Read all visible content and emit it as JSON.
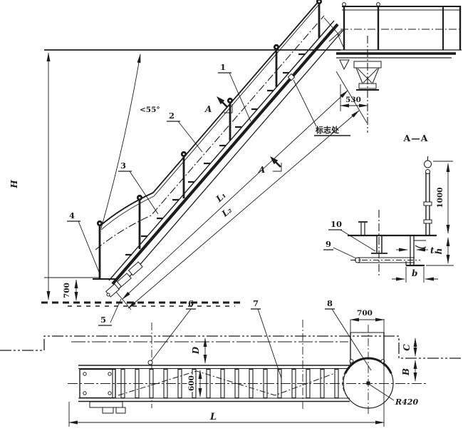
{
  "drawing": {
    "colors": {
      "ink": "#1c1c1c",
      "paper": "#ffffff"
    },
    "elevation": {
      "angle_label": "<55°",
      "height_dim": "H",
      "bottom_clearance_dim": "700",
      "pivot_offset_dim": "530",
      "marking_label": "标志处",
      "ladder_length_dim_1": "L₁",
      "ladder_length_dim_2": "L₂",
      "section_cut_label": "A",
      "callouts": {
        "c1": "1",
        "c2": "2",
        "c3": "3",
        "c4": "4",
        "c5": "5"
      }
    },
    "section_view": {
      "title": "A—A",
      "stanchion_height_dim": "1000",
      "stringer_depth_dim": "h",
      "web_thickness_dim": "t",
      "flange_width_dim": "b",
      "callouts": {
        "c9": "9",
        "c10": "10"
      }
    },
    "plan": {
      "ladder_width_dim": "600",
      "hull_gap_dim": "D",
      "overall_length_dim": "L",
      "turntable_width_dim": "700",
      "turntable_radius_dim": "R420",
      "offset_c_dim": "C",
      "offset_b_dim": "B",
      "callouts": {
        "c6": "6",
        "c7": "7",
        "c8": "8"
      }
    }
  }
}
